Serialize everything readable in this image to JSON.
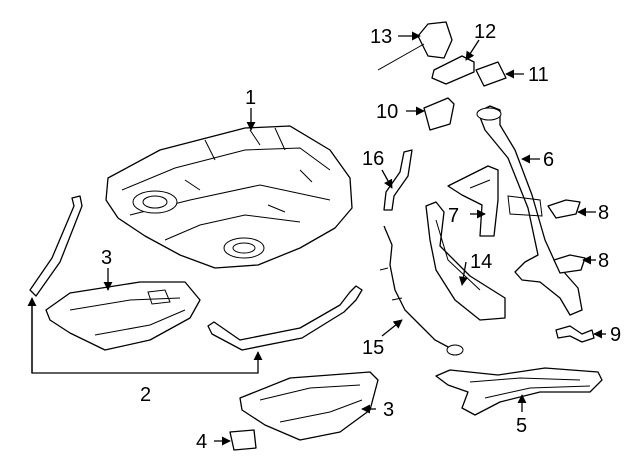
{
  "diagram": {
    "callouts": {
      "c1": "1",
      "c2": "2",
      "c3a": "3",
      "c3b": "3",
      "c4": "4",
      "c5": "5",
      "c6": "6",
      "c7": "7",
      "c8a": "8",
      "c8b": "8",
      "c9": "9",
      "c10": "10",
      "c11": "11",
      "c12": "12",
      "c13": "13",
      "c14": "14",
      "c15": "15",
      "c16": "16"
    }
  }
}
